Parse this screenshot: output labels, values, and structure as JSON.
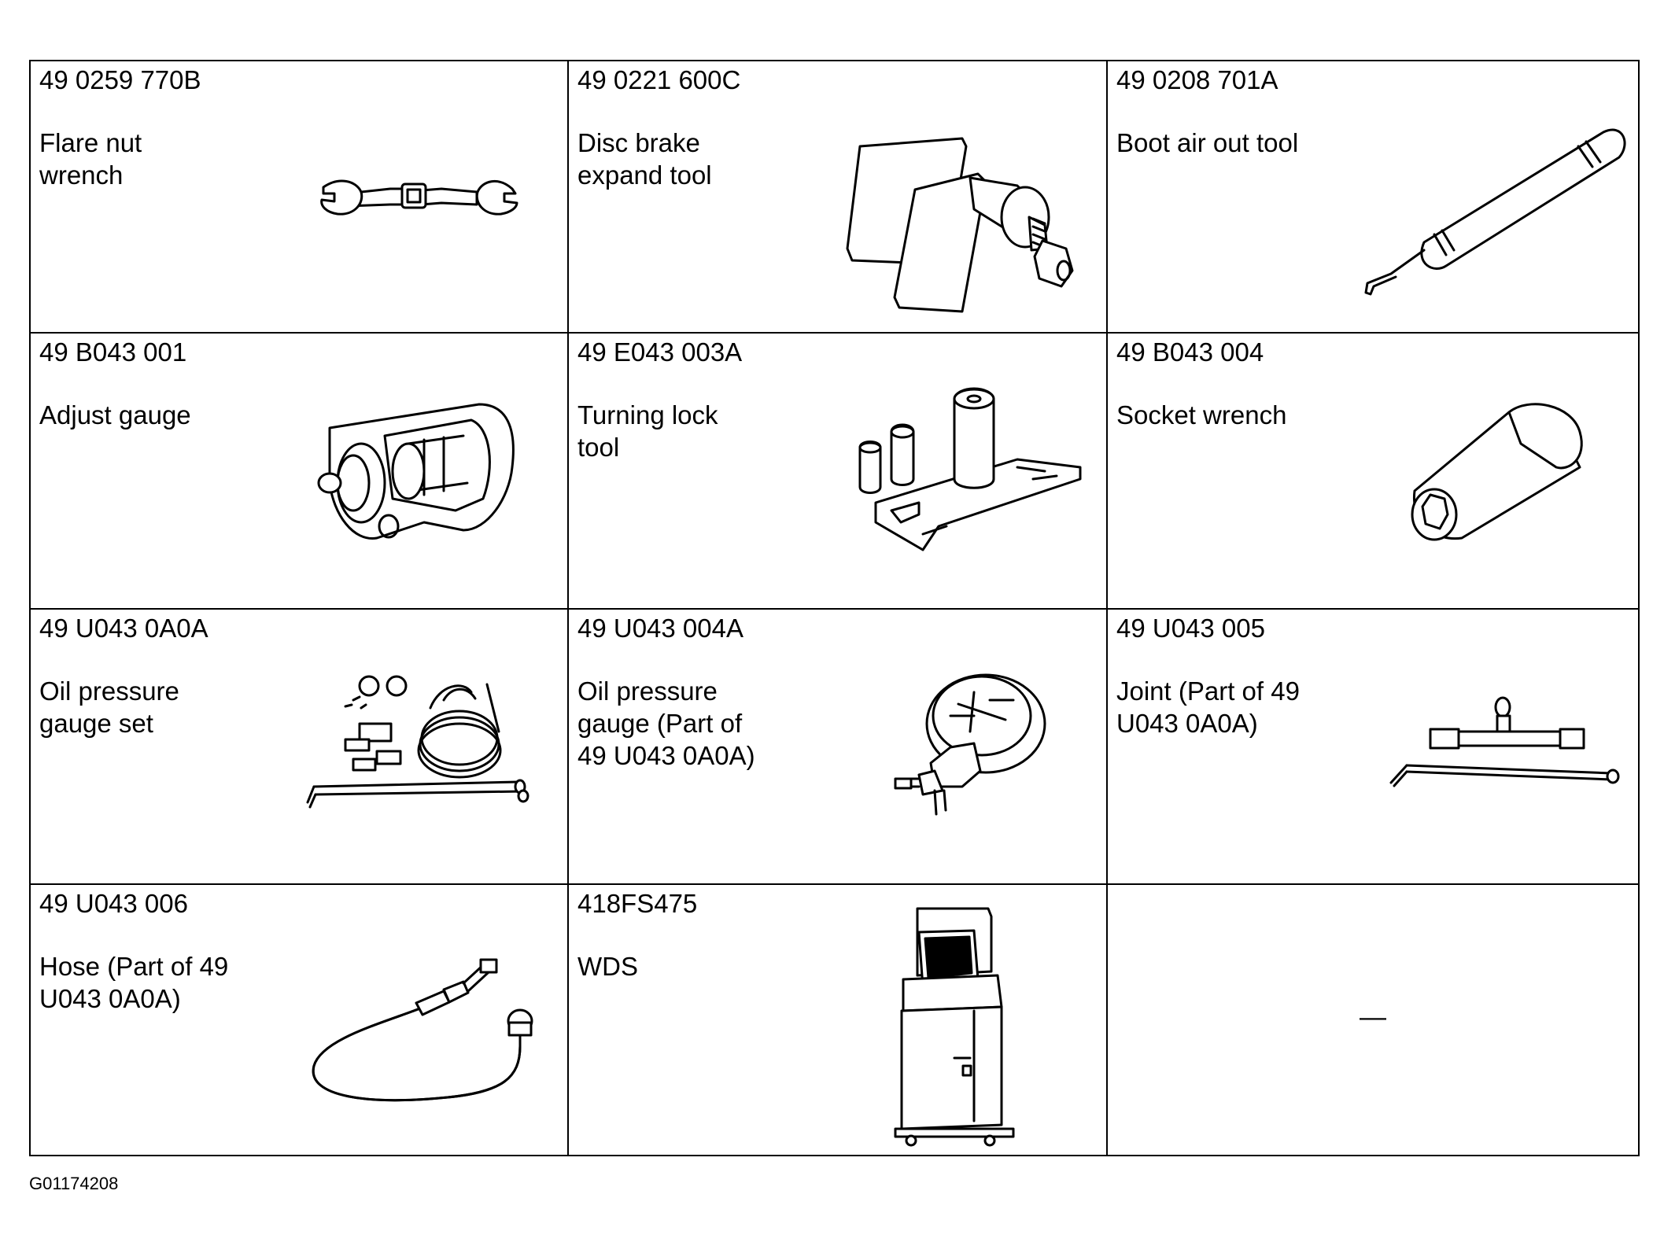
{
  "tools": [
    {
      "part_no": "49 0259 770B",
      "name": "Flare nut\nwrench",
      "icon": "flare-nut-wrench-icon"
    },
    {
      "part_no": "49 0221 600C",
      "name": "Disc brake\nexpand tool",
      "icon": "disc-brake-expand-tool-icon"
    },
    {
      "part_no": "49 0208 701A",
      "name": "Boot air out tool",
      "icon": "boot-air-out-tool-icon"
    },
    {
      "part_no": "49 B043 001",
      "name": "Adjust gauge",
      "icon": "adjust-gauge-icon"
    },
    {
      "part_no": "49 E043 003A",
      "name": "Turning lock\ntool",
      "icon": "turning-lock-tool-icon"
    },
    {
      "part_no": "49 B043 004",
      "name": "Socket wrench",
      "icon": "socket-wrench-icon"
    },
    {
      "part_no": "49 U043 0A0A",
      "name": "Oil pressure\ngauge set",
      "icon": "oil-pressure-gauge-set-icon"
    },
    {
      "part_no": "49 U043 004A",
      "name": "Oil pressure\ngauge (Part of\n49 U043 0A0A)",
      "icon": "oil-pressure-gauge-icon"
    },
    {
      "part_no": "49 U043 005",
      "name": "Joint (Part of 49\nU043 0A0A)",
      "icon": "joint-icon"
    },
    {
      "part_no": "49 U043 006",
      "name": "Hose (Part of 49\nU043 0A0A)",
      "icon": "hose-icon"
    },
    {
      "part_no": "418FS475",
      "name": "WDS",
      "icon": "wds-icon"
    },
    {
      "part_no": "",
      "name": "",
      "icon": "",
      "placeholder": "—"
    }
  ],
  "figure_id": "G01174208"
}
